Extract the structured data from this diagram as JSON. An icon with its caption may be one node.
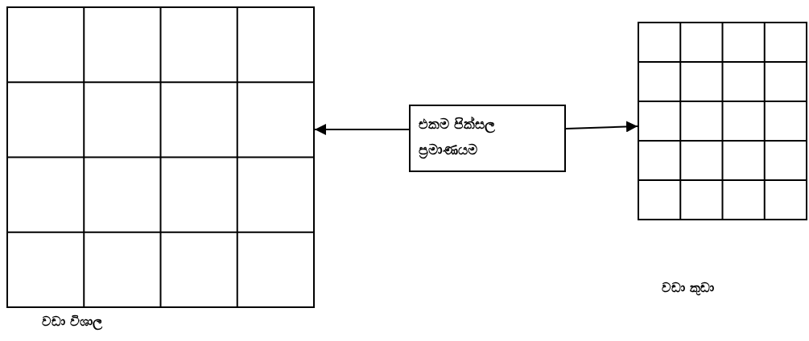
{
  "diagram": {
    "nodes": [
      {
        "text": [
          "එකම පික්සල ප්‍රමාණයම"
        ]
      },
      {
        "text": [],
        "shape": "grid"
      },
      {
        "text": [],
        "shape": "grid"
      }
    ],
    "edges": [
      {
        "from": 0,
        "to": 1,
        "arrow": "to"
      },
      {
        "from": 0,
        "to": 2,
        "arrow": "to"
      }
    ],
    "labels": [
      "වඩා කුඩා",
      "වඩා විශාල"
    ]
  }
}
